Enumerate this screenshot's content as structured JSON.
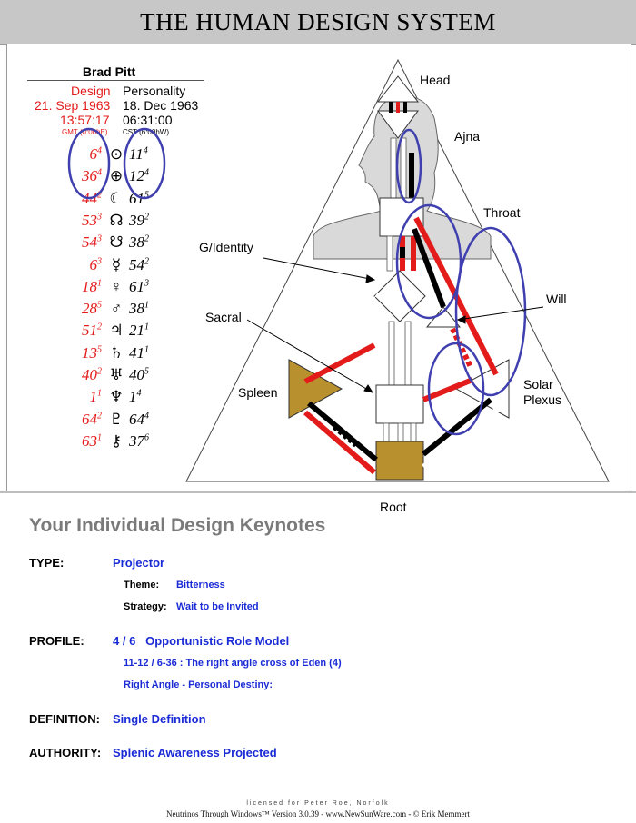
{
  "title": "THE HUMAN DESIGN SYSTEM",
  "person": {
    "name": "Brad Pitt",
    "design_label": "Design",
    "personality_label": "Personality",
    "design_date": "21. Sep 1963",
    "personality_date": "18. Dec 1963",
    "design_time": "13:57:17",
    "personality_time": "06:31:00",
    "design_tz": "GMT (0:00hE)",
    "personality_tz": "CST (6:00hW)"
  },
  "planets": [
    {
      "symbol": "⊙",
      "design": "6",
      "design_line": "4",
      "personality": "11",
      "personality_line": "4"
    },
    {
      "symbol": "⊕",
      "design": "36",
      "design_line": "4",
      "personality": "12",
      "personality_line": "4"
    },
    {
      "symbol": "☾",
      "design": "44",
      "design_line": "2",
      "personality": "61",
      "personality_line": "5"
    },
    {
      "symbol": "☊",
      "design": "53",
      "design_line": "3",
      "personality": "39",
      "personality_line": "2"
    },
    {
      "symbol": "☋",
      "design": "54",
      "design_line": "3",
      "personality": "38",
      "personality_line": "2"
    },
    {
      "symbol": "☿",
      "design": "6",
      "design_line": "3",
      "personality": "54",
      "personality_line": "2"
    },
    {
      "symbol": "♀",
      "design": "18",
      "design_line": "1",
      "personality": "61",
      "personality_line": "3"
    },
    {
      "symbol": "♂",
      "design": "28",
      "design_line": "5",
      "personality": "38",
      "personality_line": "1"
    },
    {
      "symbol": "♃",
      "design": "51",
      "design_line": "2",
      "personality": "21",
      "personality_line": "1"
    },
    {
      "symbol": "♄",
      "design": "13",
      "design_line": "5",
      "personality": "41",
      "personality_line": "1"
    },
    {
      "symbol": "♅",
      "design": "40",
      "design_line": "2",
      "personality": "40",
      "personality_line": "5"
    },
    {
      "symbol": "♆",
      "design": "1",
      "design_line": "1",
      "personality": "1",
      "personality_line": "4"
    },
    {
      "symbol": "♇",
      "design": "64",
      "design_line": "2",
      "personality": "64",
      "personality_line": "4"
    },
    {
      "symbol": "⚷",
      "design": "63",
      "design_line": "1",
      "personality": "37",
      "personality_line": "6"
    }
  ],
  "center_labels": {
    "head": "Head",
    "ajna": "Ajna",
    "throat": "Throat",
    "g": "G/Identity",
    "will": "Will",
    "sacral": "Sacral",
    "spleen": "Spleen",
    "solar": "Solar",
    "plexus": "Plexus",
    "root": "Root"
  },
  "keynotes": {
    "heading": "Your Individual Design Keynotes",
    "type_label": "TYPE:",
    "type_value": "Projector",
    "theme_label": "Theme:",
    "theme_value": "Bitterness",
    "strategy_label": "Strategy:",
    "strategy_value": "Wait to be Invited",
    "profile_label": "PROFILE:",
    "profile_value": "4 / 6   Opportunistic Role Model",
    "cross_value": "11-12 / 6-36 :  The right angle cross of Eden (4)",
    "angle_value": "Right Angle - Personal Destiny:",
    "definition_label": "DEFINITION:",
    "definition_value": "Single Definition",
    "authority_label": "AUTHORITY:",
    "authority_value": "Splenic Awareness Projected"
  },
  "footer": {
    "license": "licensed for Peter Roe, Norfolk",
    "credit": "Neutrinos Through Windows™ Version 3.0.39 - www.NewSunWare.com - © Erik Memmert"
  },
  "colors": {
    "design_red": "#e41b1b",
    "keynote_blue": "#1a2bd6",
    "spleen_gold": "#b8902e",
    "circle_blue": "#3f3fb0"
  }
}
